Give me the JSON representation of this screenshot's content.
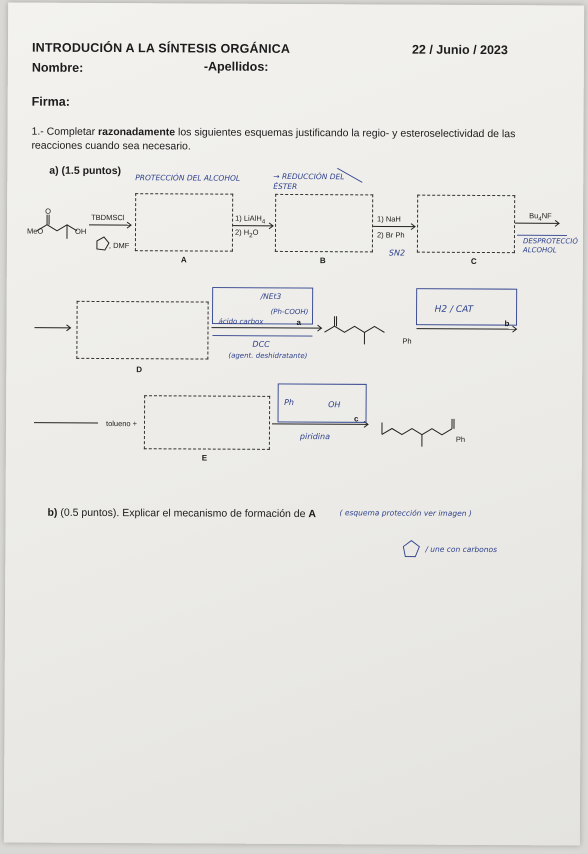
{
  "header": {
    "title": "INTRODUCIÓN A LA SÍNTESIS ORGÁNICA",
    "date": "22 / Junio / 2023",
    "nombre_label": "Nombre:",
    "apellidos_label": "-Apellidos:",
    "firma_label": "Firma:"
  },
  "question1": {
    "prefix": "1.- Completar ",
    "bold_word": "razonadamente",
    "text": " los siguientes esquemas justificando la regio- y esteroselectividad de las reacciones cuando sea necesario.",
    "part_a": "a) (1.5 puntos)",
    "part_b_label": "b)",
    "part_b": " (0.5 puntos). Explicar el mecanismo de formación de ",
    "part_b_A": "A"
  },
  "scheme": {
    "start_meo": "MeO",
    "start_oh": "OH",
    "start_o": "O",
    "reagent1": "TBDMSCl",
    "reagent1_b": ", DMF",
    "step2_1": "1) LiAlH",
    "step2_1_sub": "4",
    "step2_2": "2) H",
    "step2_2_sub": "2",
    "step2_2_end": "O",
    "step3_1": "1) NaH",
    "step3_2": "2) Br",
    "step3_ph": "Ph",
    "step4": "Bu",
    "step4_sub": "4",
    "step4_end": "NF",
    "label_A": "A",
    "label_B": "B",
    "label_C": "C",
    "label_D": "D",
    "label_E": "E",
    "label_a": "a",
    "label_b": "b",
    "label_c": "c",
    "ph": "Ph",
    "ph2": "Ph",
    "ph3": "Ph",
    "tolueno": "tolueno +"
  },
  "handwriting": {
    "proteccion": "PROTECCIÓN DEL ALCOHOL",
    "reduccion": "→ REDUCCIÓN DEL ÉSTER",
    "sn2": "SN2",
    "desproteccion": "DESPROTECCIÓ ALCOHOL",
    "box_a_top": "/NEt3",
    "box_a_mid": "(Ph-COOH)",
    "box_a_low": "ácido carbox",
    "dcc": "DCC",
    "dcc_note": "(agent. deshidratante)",
    "h2cat": "H2 / CAT",
    "ph_cooh": "Ph",
    "oh": "OH",
    "piridina": "piridina",
    "b_note": "( esquema protección ver imagen )",
    "b_note2": "/ une con carbonos"
  }
}
